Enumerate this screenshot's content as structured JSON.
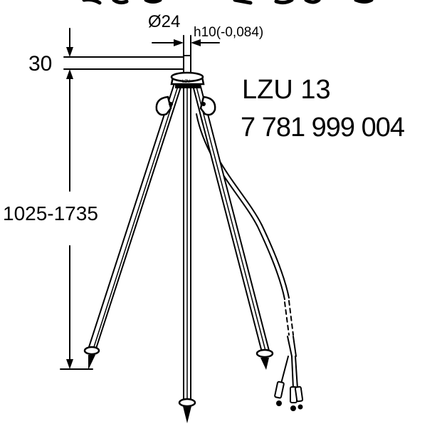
{
  "top_text": "",
  "dimensions": {
    "diameter": "Ø24",
    "tolerance": "h10(-0,084)",
    "head_height": "30",
    "height_range": "1025-1735"
  },
  "product": {
    "model": "LZU 13",
    "part_number": "7 781 999 004"
  },
  "colors": {
    "ink": "#000000",
    "background": "#ffffff"
  }
}
